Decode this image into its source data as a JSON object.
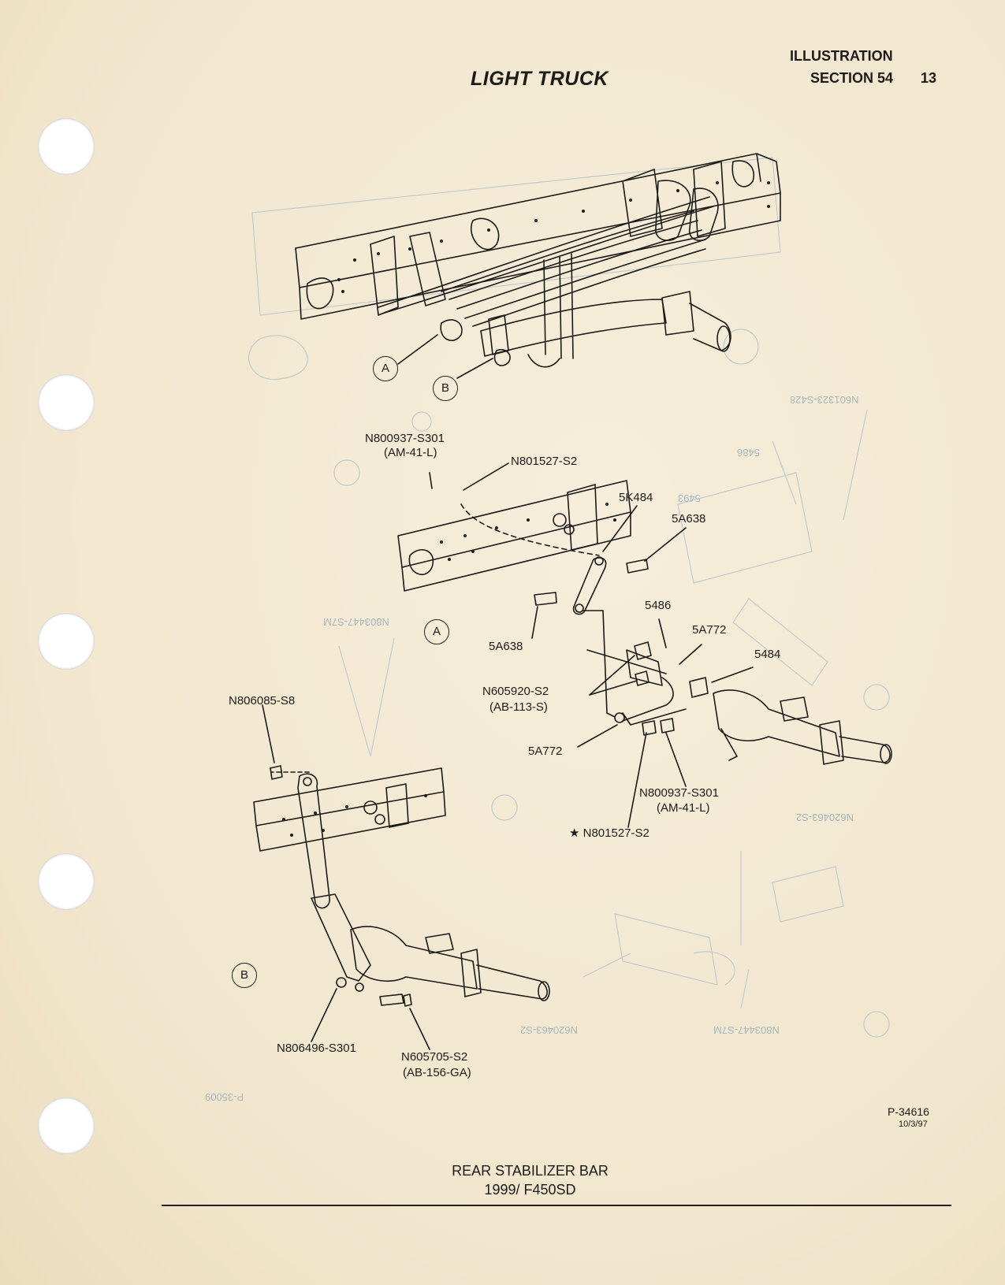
{
  "header": {
    "title": "LIGHT TRUCK",
    "section_label": "ILLUSTRATION",
    "section": "SECTION 54",
    "page_number": "13"
  },
  "callouts": {
    "detail_a_top": "A",
    "detail_b_top": "B",
    "detail_a": "A",
    "detail_b": "B"
  },
  "parts": {
    "p1": "N800937-S301",
    "p1_spec": "(AM-41-L)",
    "p2": "N801527-S2",
    "p3": "5K484",
    "p4": "5A638",
    "p5": "5A638",
    "p6": "5486",
    "p7": "5A772",
    "p8": "5484",
    "p9": "N605920-S2",
    "p9_spec": "(AB-113-S)",
    "p10": "5A772",
    "p11": "N800937-S301",
    "p11_spec": "(AM-41-L)",
    "p12": "★ N801527-S2",
    "p13": "N806085-S8",
    "p14": "N806496-S301",
    "p15": "N605705-S2",
    "p15_spec": "(AB-156-GA)"
  },
  "figure": {
    "id": "P-34616",
    "date": "10/3/97"
  },
  "caption": {
    "line1": "REAR STABILIZER BAR",
    "line2": "1999/ F450SD"
  },
  "colors": {
    "paper": "#f3e9d3",
    "ink": "#1d1b18",
    "bleed": "#a9b6bf"
  }
}
